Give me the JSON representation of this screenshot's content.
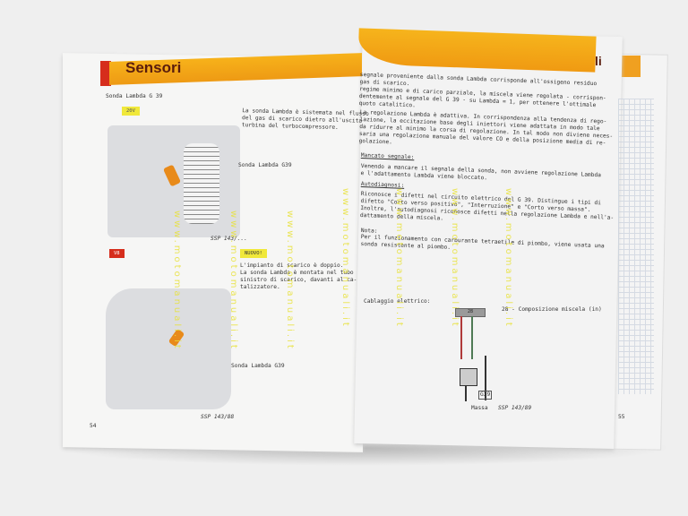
{
  "left_page": {
    "header": "Sensori",
    "section_title": "Sonda Lambda G 39",
    "badge_20v": "20V",
    "text_20v": "La sonda Lambda è sistemata nel flusso\ndel gas di scarico dietro all'uscita\nturbina del turbocompressore.",
    "label_top": "Sonda Lambda G39",
    "ssp_top": "SSP 143/...",
    "badge_v8": "V8",
    "badge_new": "NUOVO!",
    "text_v8": "L'impianto di scarico è doppio.\nLa sonda Lambda è montata nel tubo\nsinistro di scarico, davanti al ca-\ntalizzatore.",
    "label_bottom": "Sonda Lambda G39",
    "ssp_bottom": "SSP 143/88",
    "page_number": "54"
  },
  "right_page": {
    "header_fragment": "li",
    "para1": "segnale proveniente dalla sonda Lambda corrisponde all'ossigeno residuo\ngas di scarico.\nregime minimo e di carico parziale, la miscela viene regolata - corrispon-\ndentemente al segnale del G 39 - su Lambda = 1, per ottenere l'ottimale\nquoto catalitico.",
    "para2": "La regolazione Lambda è adattiva. In corrispondenza alla tendenza di rego-\nlazione, la eccitazione base degli iniettori viene adattata in modo tale\nda ridurre al minimo la corsa di regolazione. In tal modo non diviene neces-\nsaria una regolazione manuale del valore CO e della posizione media di re-\ngolazione.",
    "heading_signal": "Mancato segnale:",
    "para3": "Venendo a mancare il segnale della sonda, non avviene regolazione Lambda\ne l'adattamento Lambda viene bloccato.",
    "heading_diag": "Autodiagnosi:",
    "para4": "Riconosce i difetti nel circuito elettrico del G 39. Distingue i tipi di\ndifetto \"Corto verso positivo\", \"Interruzione\" e \"Corto verso massa\".\nInoltre, l'autodiagnosi riconosce difetti nella regolazione Lambda e nell'a-\ndattamento della miscela.",
    "heading_note": "Nota:",
    "para5": "Per il funzionamento con carburante tetraetile di piombo, viene usata una\nsonda resistente al piombo.",
    "wiring_label": "Cablaggio elettrico:",
    "connector_number": "28",
    "legend_28": "28 - Composizione miscela (in)",
    "component": "G39",
    "ground": "Massa",
    "ssp": "SSP 143/89",
    "page_number": "55"
  },
  "watermark": "www.motomanuali.it",
  "colors": {
    "header_orange": "#f2a318",
    "tab_red": "#d62d1c",
    "badge_yellow": "#f0e83a",
    "watermark": "#e8e23a"
  }
}
